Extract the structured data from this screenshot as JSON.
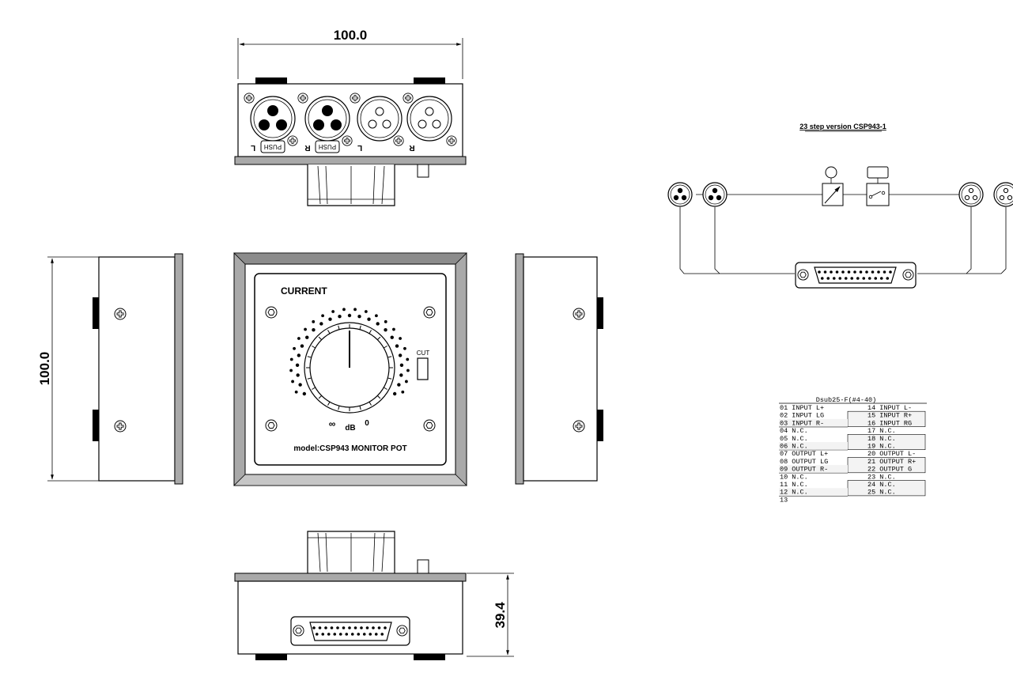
{
  "dimensions": {
    "width": "100.0",
    "height": "100.0",
    "depth": "39.4"
  },
  "top_view": {
    "labels": {
      "push_1": "PUSH",
      "push_2": "PUSH",
      "l_1": "L",
      "r_1": "R",
      "l_2": "L",
      "r_2": "R"
    }
  },
  "front_panel": {
    "title": "CURRENT",
    "cut_label": "CUT",
    "db_label": "dB",
    "inf_label": "∞",
    "zero_label": "0",
    "model": "model:CSP943 MONITOR POT"
  },
  "schematic": {
    "title": "23 step version CSP943-1"
  },
  "pinout": {
    "title": "Dsub25-F(#4-40)",
    "left": [
      {
        "pin": "01",
        "name": "INPUT L+"
      },
      {
        "pin": "02",
        "name": "INPUT LG"
      },
      {
        "pin": "03",
        "name": "INPUT R-"
      },
      {
        "pin": "04",
        "name": "N.C."
      },
      {
        "pin": "05",
        "name": "N.C."
      },
      {
        "pin": "06",
        "name": "N.C."
      },
      {
        "pin": "07",
        "name": "OUTPUT L+"
      },
      {
        "pin": "08",
        "name": "OUTPUT LG"
      },
      {
        "pin": "09",
        "name": "OUTPUT R-"
      },
      {
        "pin": "10",
        "name": "N.C."
      },
      {
        "pin": "11",
        "name": "N.C."
      },
      {
        "pin": "12",
        "name": "N.C."
      },
      {
        "pin": "13",
        "name": ""
      }
    ],
    "right": [
      {
        "pin": "14",
        "name": "INPUT L-"
      },
      {
        "pin": "15",
        "name": "INPUT R+"
      },
      {
        "pin": "16",
        "name": "INPUT RG"
      },
      {
        "pin": "17",
        "name": "N.C."
      },
      {
        "pin": "18",
        "name": "N.C."
      },
      {
        "pin": "19",
        "name": "N.C."
      },
      {
        "pin": "20",
        "name": "OUTPUT L-"
      },
      {
        "pin": "21",
        "name": "OUTPUT R+"
      },
      {
        "pin": "22",
        "name": "OUTPUT G"
      },
      {
        "pin": "23",
        "name": "N.C."
      },
      {
        "pin": "24",
        "name": "N.C."
      },
      {
        "pin": "25",
        "name": "N.C."
      }
    ]
  }
}
